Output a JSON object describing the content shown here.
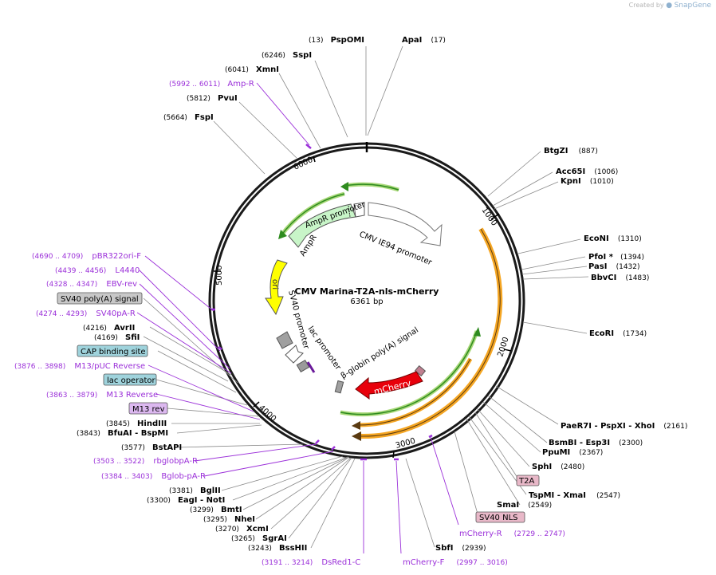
{
  "watermark": {
    "prefix": "Created by",
    "brand": "SnapGene"
  },
  "plasmid": {
    "name": "CMV Marina-T2A-nls-mCherry",
    "length": "6361 bp"
  },
  "ruler_ticks": [
    "1000",
    "2000",
    "3000",
    "4000",
    "5000",
    "6000"
  ],
  "features": {
    "amp_r_promoter": "AmpR promoter",
    "amp_r": "AmpR",
    "cmv_promoter": "CMV IE94 promoter",
    "ori": "ori",
    "sv40_promoter": "SV40 promoter",
    "lac_promoter": "lac promoter",
    "beta_globin": "β-globin poly(A) signal",
    "mcherry": "mCherry"
  },
  "right_sites": [
    {
      "name": "BtgZI",
      "pos": "(887)"
    },
    {
      "name": "Acc65I",
      "pos": "(1006)"
    },
    {
      "name": "KpnI",
      "pos": "(1010)"
    },
    {
      "name": "EcoNI",
      "pos": "(1310)"
    },
    {
      "name": "PfoI *",
      "pos": "(1394)"
    },
    {
      "name": "PasI",
      "pos": "(1432)"
    },
    {
      "name": "BbvCI",
      "pos": "(1483)"
    },
    {
      "name": "EcoRI",
      "pos": "(1734)"
    },
    {
      "name": "PaeR7I - PspXI - XhoI",
      "pos": "(2161)"
    },
    {
      "name": "BsmBI - Esp3I",
      "pos": "(2300)"
    },
    {
      "name": "PpuMI",
      "pos": "(2367)"
    },
    {
      "name": "SphI",
      "pos": "(2480)"
    },
    {
      "name": "TspMI - XmaI",
      "pos": "(2547)"
    },
    {
      "name": "SmaI",
      "pos": "(2549)"
    },
    {
      "name": "SbfI",
      "pos": "(2939)"
    }
  ],
  "top_sites": [
    {
      "name": "PspOMI",
      "pos": "(13)"
    },
    {
      "name": "ApaI",
      "pos": "(17)"
    },
    {
      "name": "SspI",
      "pos": "(6246)"
    },
    {
      "name": "XmnI",
      "pos": "(6041)"
    },
    {
      "name": "PvuI",
      "pos": "(5812)"
    },
    {
      "name": "FspI",
      "pos": "(5664)"
    }
  ],
  "left_sites": [
    {
      "name": "AvrII",
      "pos": "(4216)"
    },
    {
      "name": "SfiI",
      "pos": "(4169)"
    },
    {
      "name": "HindIII",
      "pos": "(3845)"
    },
    {
      "name": "BfuAI - BspMI",
      "pos": "(3843)"
    },
    {
      "name": "BstAPI",
      "pos": "(3577)"
    },
    {
      "name": "BglII",
      "pos": "(3381)"
    },
    {
      "name": "EagI - NotI",
      "pos": "(3300)"
    },
    {
      "name": "BmtI",
      "pos": "(3299)"
    },
    {
      "name": "NheI",
      "pos": "(3295)"
    },
    {
      "name": "XcmI",
      "pos": "(3270)"
    },
    {
      "name": "SgrAI",
      "pos": "(3265)"
    },
    {
      "name": "BssHII",
      "pos": "(3243)"
    }
  ],
  "primers": [
    {
      "name": "Amp-R",
      "pos": "(5992 .. 6011)"
    },
    {
      "name": "pBR322ori-F",
      "pos": "(4690 .. 4709)"
    },
    {
      "name": "L4440",
      "pos": "(4439 .. 4456)"
    },
    {
      "name": "EBV-rev",
      "pos": "(4328 .. 4347)"
    },
    {
      "name": "SV40pA-R",
      "pos": "(4274 .. 4293)"
    },
    {
      "name": "M13/pUC Reverse",
      "pos": "(3876 .. 3898)"
    },
    {
      "name": "M13 Reverse",
      "pos": "(3863 .. 3879)"
    },
    {
      "name": "rbglobpA-R",
      "pos": "(3503 .. 3522)"
    },
    {
      "name": "Bglob-pA-R",
      "pos": "(3384 .. 3403)"
    },
    {
      "name": "DsRed1-C",
      "pos": "(3191 .. 3214)"
    },
    {
      "name": "mCherry-F",
      "pos": "(2997 .. 3016)"
    },
    {
      "name": "mCherry-R",
      "pos": "(2729 .. 2747)"
    }
  ],
  "boxes": {
    "sv40_polya": "SV40 poly(A) signal",
    "cap_site": "CAP binding site",
    "lac_operator": "lac operator",
    "m13_rev": "M13 rev",
    "t2a": "T2A",
    "sv40_nls": "SV40 NLS"
  },
  "colors": {
    "backbone": "#1a1a1a",
    "primer": "#9b30d9",
    "orange_feature": "#f5a623",
    "green_feature": "#2e8b1f",
    "ori": "#ffff00",
    "mcherry": "#e8000b",
    "ampr_fill": "#c8f5c8",
    "gray_box": "#c8c8c8",
    "teal_box": "#9fd3dc",
    "purple_box": "#dcb8f0",
    "pink_box": "#e8b8c8"
  }
}
